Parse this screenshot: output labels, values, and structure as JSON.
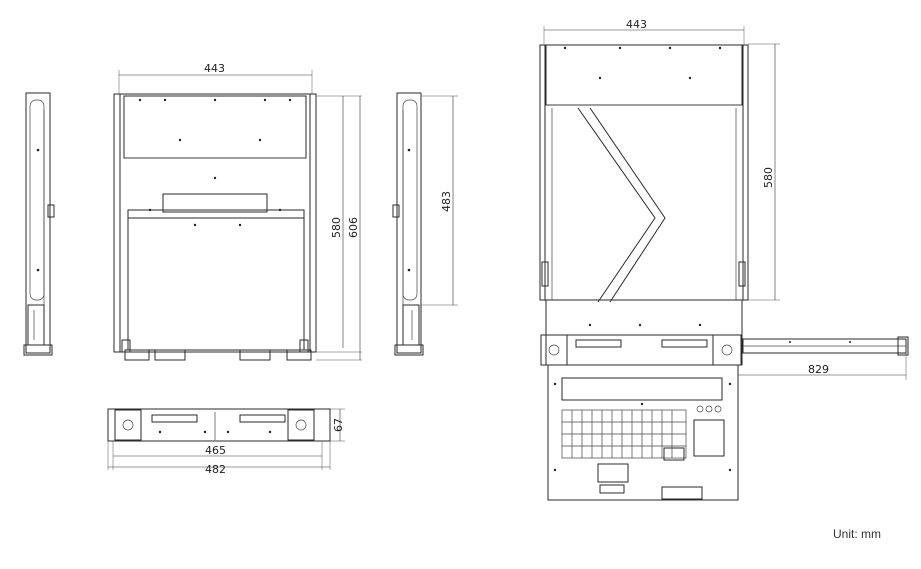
{
  "dimensions": {
    "front_width": "443",
    "front_height_580": "580",
    "front_height_606": "606",
    "side_height": "483",
    "top_width": "443",
    "top_depth": "580",
    "extended_depth": "829",
    "rear_width_465": "465",
    "rear_width_482": "482",
    "rear_height": "67"
  },
  "unit_label": "Unit: mm"
}
